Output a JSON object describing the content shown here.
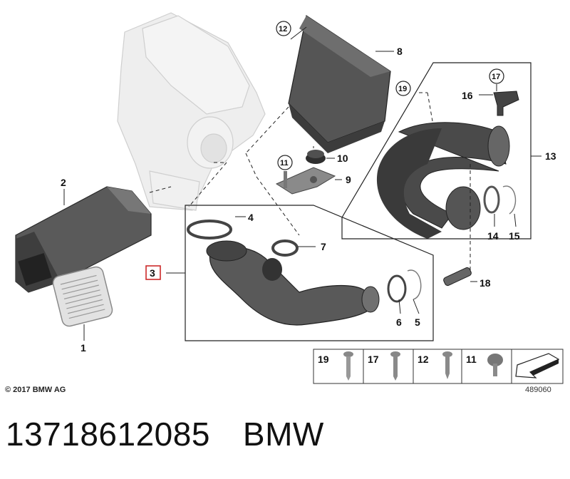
{
  "diagram": {
    "callouts": [
      "1",
      "2",
      "3",
      "4",
      "5",
      "6",
      "7",
      "8",
      "9",
      "10",
      "11",
      "12",
      "13",
      "14",
      "15",
      "16",
      "17",
      "18",
      "19"
    ],
    "highlighted_callout": "3",
    "fastener_legend": [
      "19",
      "17",
      "12",
      "11"
    ],
    "colors": {
      "highlight": "#cc2a2a",
      "part_dark": "#4a4a4a",
      "part_ghost": "#e9e9e9",
      "line": "#222222"
    }
  },
  "footer": {
    "copyright": "© 2017 BMW AG",
    "drawing_number": "489060",
    "part_number": "13718612085",
    "brand": "BMW"
  }
}
